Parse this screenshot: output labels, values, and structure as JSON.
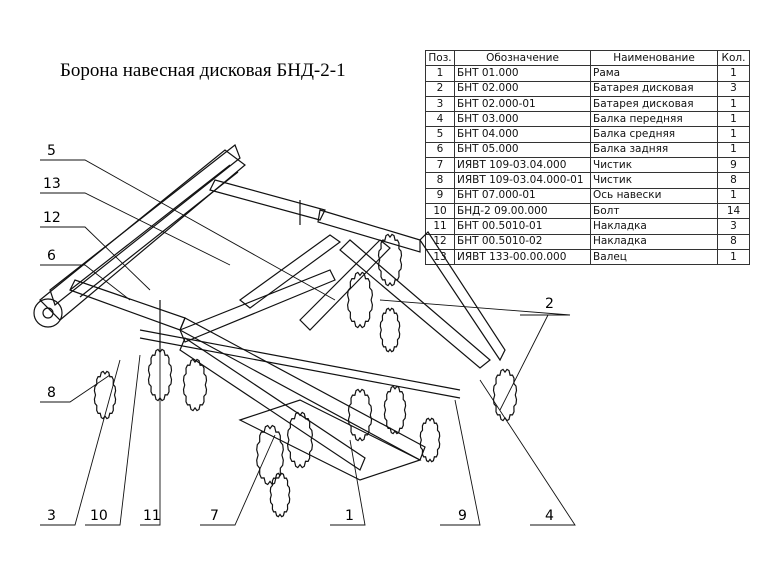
{
  "title": "Борона навесная дисковая БНД-2-1",
  "table": {
    "headers": [
      "Поз.",
      "Обозначение",
      "Наименование",
      "Кол."
    ],
    "rows": [
      [
        "1",
        "БНТ 01.000",
        "Рама",
        "1"
      ],
      [
        "2",
        "БНТ 02.000",
        "Батарея дисковая",
        "3"
      ],
      [
        "3",
        "БНТ 02.000-01",
        "Батарея дисковая",
        "1"
      ],
      [
        "4",
        "БНТ 03.000",
        "Балка передняя",
        "1"
      ],
      [
        "5",
        "БНТ 04.000",
        "Балка средняя",
        "1"
      ],
      [
        "6",
        "БНТ 05.000",
        "Балка задняя",
        "1"
      ],
      [
        "7",
        "ИЯВТ 109-03.04.000",
        "Чистик",
        "9"
      ],
      [
        "8",
        "ИЯВТ 109-03.04.000-01",
        "Чистик",
        "8"
      ],
      [
        "9",
        "БНТ 07.000-01",
        "Ось навески",
        "1"
      ],
      [
        "10",
        "БНД-2 09.00.000",
        "Болт",
        "14"
      ],
      [
        "11",
        "БНТ 00.5010-01",
        "Накладка",
        "3"
      ],
      [
        "12",
        "БНТ 00.5010-02",
        "Накладка",
        "8"
      ],
      [
        "13",
        "ИЯВТ 133-00.00.000",
        "Валец",
        "1"
      ]
    ]
  },
  "callouts": [
    "5",
    "13",
    "12",
    "6",
    "8",
    "3",
    "10",
    "11",
    "7",
    "1",
    "9",
    "4",
    "2"
  ]
}
